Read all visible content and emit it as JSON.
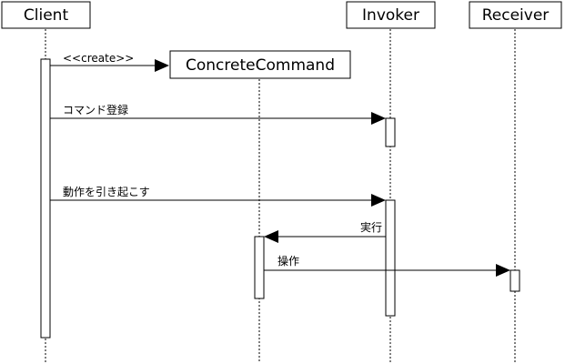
{
  "participants": {
    "client": "Client",
    "invoker": "Invoker",
    "receiver": "Receiver",
    "concrete_command": "ConcreteCommand"
  },
  "messages": {
    "create": "<<create>>",
    "register_command": "コマンド登録",
    "trigger_action": "動作を引き起こす",
    "execute": "実行",
    "operation": "操作"
  }
}
